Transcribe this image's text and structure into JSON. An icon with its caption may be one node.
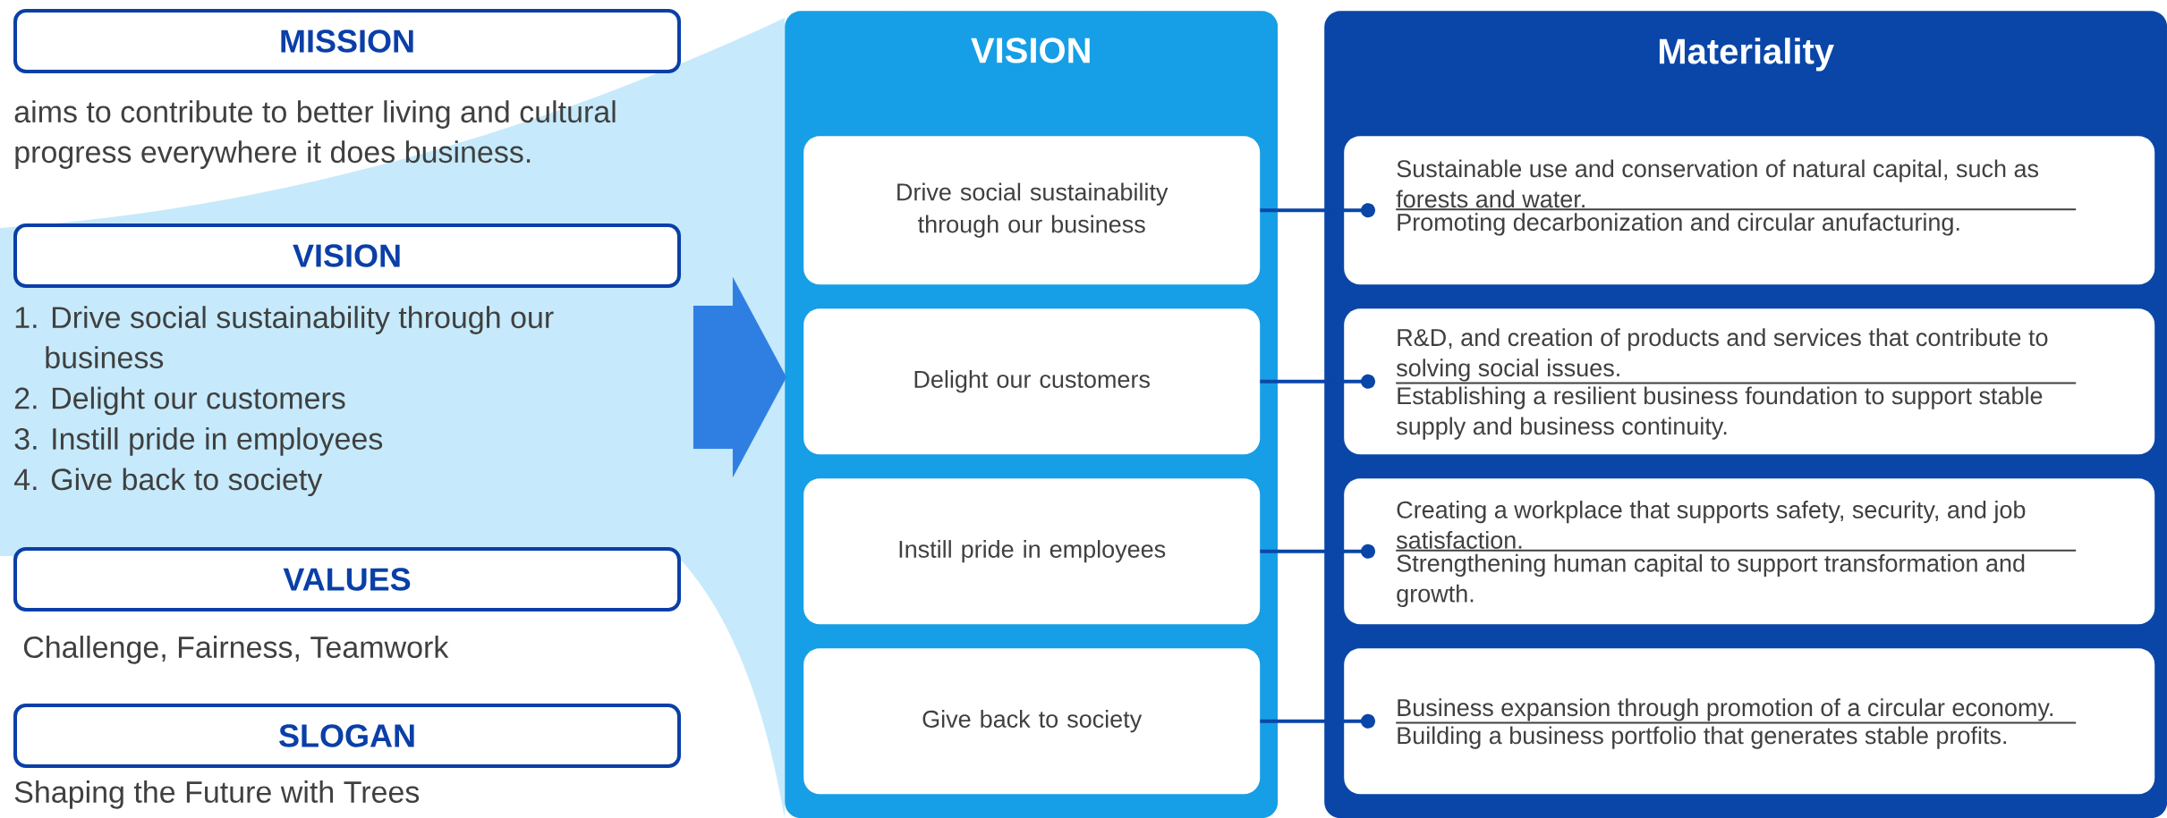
{
  "diagram": {
    "nodes": [
      {
        "text": [
          "MISSION"
        ],
        "beside": [
          "aims to contribute to better living and cultural progress everywhere it does business."
        ]
      },
      {
        "text": [
          "VISION"
        ],
        "beside": [
          "1. Drive social sustainability through our business",
          "2. Delight our customers",
          "3. Instill pride in employees",
          "4. Give back to society"
        ]
      },
      {
        "text": [
          "VALUES"
        ],
        "beside": [
          "Challenge, Fairness, Teamwork"
        ]
      },
      {
        "text": [
          "SLOGAN"
        ],
        "beside": [
          "Shaping the Future with Trees"
        ]
      },
      {
        "text": [
          "VISION"
        ]
      },
      {
        "text": [
          "Drive social sustainability through our business"
        ],
        "in": 4
      },
      {
        "text": [
          "Delight our customers"
        ],
        "in": 4
      },
      {
        "text": [
          "Instill pride in employees"
        ],
        "in": 4
      },
      {
        "text": [
          "Give back to society"
        ],
        "in": 4
      },
      {
        "text": [
          "Materiality"
        ]
      },
      {
        "text": [
          "Sustainable use and conservation of natural capital, such as forests and water.",
          "Promoting decarbonization and circular anufacturing."
        ],
        "in": 9
      },
      {
        "text": [
          "R&D, and creation of products and services that contribute to solving social issues.",
          "Establishing a resilient business foundation to support stable supply and business continuity."
        ],
        "in": 9
      },
      {
        "text": [
          "Creating a workplace that supports safety, security, and job satisfaction.",
          "Strengthening human capital to support transformation and growth."
        ],
        "in": 9
      },
      {
        "text": [
          "Business expansion through promotion of a circular economy.",
          "Building a business portfolio that generates stable profits."
        ],
        "in": 9
      }
    ],
    "edges": [
      {
        "from": null,
        "to": 4,
        "arrow": "to",
        "style": "thick",
        "color": "#2f7fe3"
      },
      {
        "from": 5,
        "to": 10,
        "arrow": "other"
      },
      {
        "from": 6,
        "to": 11,
        "arrow": "other"
      },
      {
        "from": 7,
        "to": 12,
        "arrow": "other"
      },
      {
        "from": 8,
        "to": 13,
        "arrow": "other"
      }
    ]
  }
}
